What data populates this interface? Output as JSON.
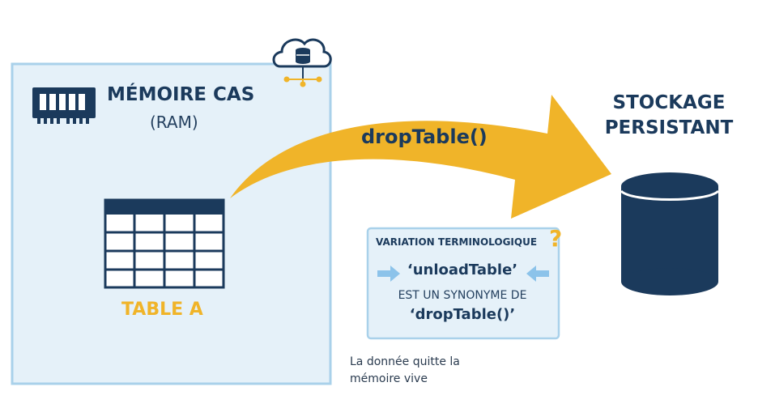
{
  "memory": {
    "title": "MÉMOIRE CAS",
    "subtitle": "(RAM)",
    "table_label": "TABLE A"
  },
  "operation": {
    "label": "dropTable()"
  },
  "storage": {
    "title": "STOCKAGE PERSISTANT"
  },
  "note": {
    "header": "VARIATION TERMINOLOGIQUE",
    "term": "‘unloadTable’",
    "line2": "EST UN SYNONYME DE",
    "line3": "‘dropTable()’"
  },
  "caption": {
    "text": "La donnée quitte la mémoire vive"
  },
  "colors": {
    "navy": "#1b3a5c",
    "panel": "#e5f1f9",
    "panel_border": "#a9d1ea",
    "accent": "#f0b429",
    "arrow_hint": "#8cc3ea"
  },
  "icons": [
    "ram-chip-icon",
    "cloud-database-icon",
    "table-grid-icon",
    "database-cylinder-icon",
    "question-mark-icon",
    "right-arrow-icon",
    "left-arrow-icon"
  ]
}
